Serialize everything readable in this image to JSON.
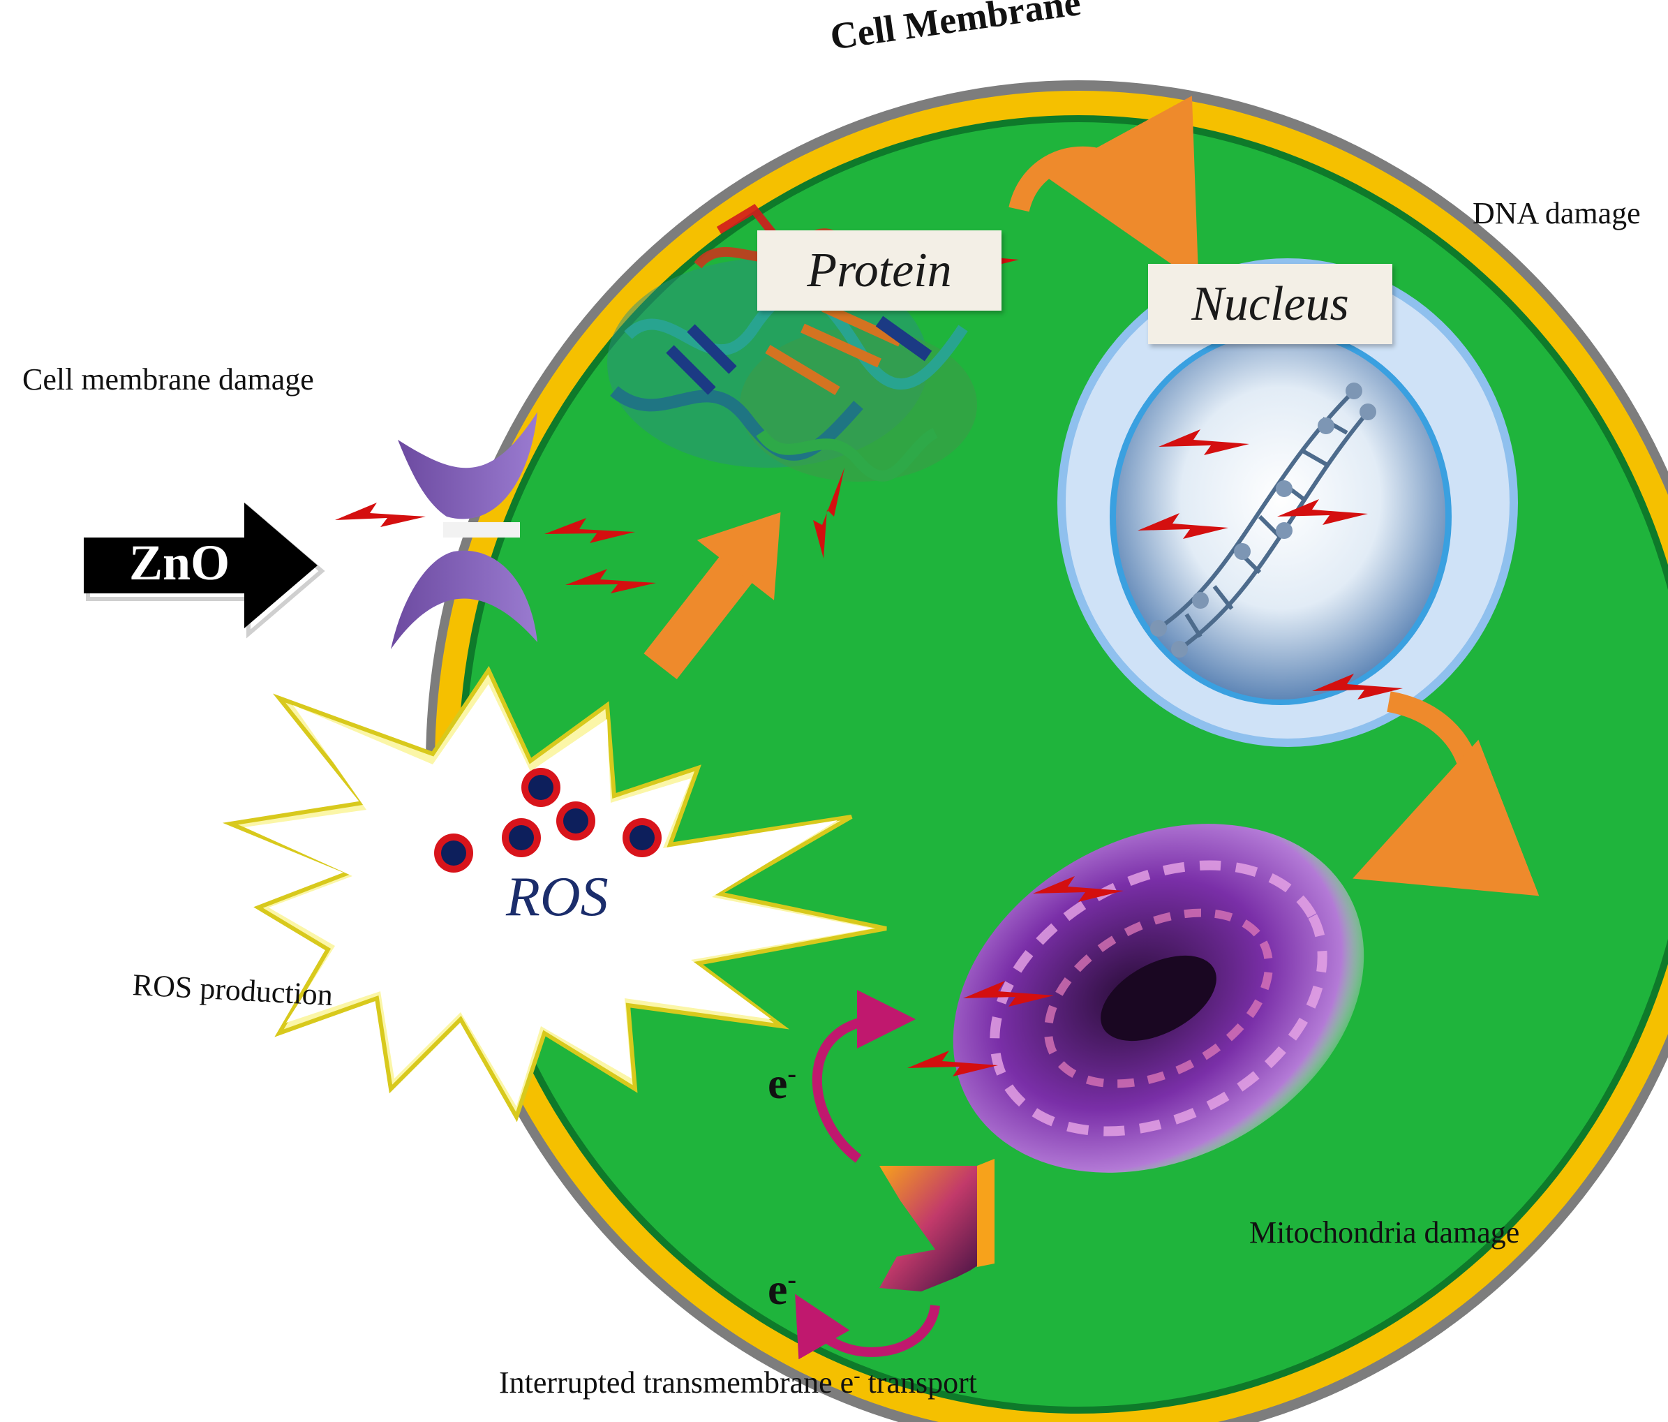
{
  "title": "Cell Membrane",
  "labels": {
    "dna_damage": "DNA damage",
    "membrane_damage": "Cell membrane  damage",
    "ros_production": "ROS production",
    "mitochondria_damage": "Mitochondria  damage",
    "transport_prefix": "Interrupted  transmembrane  e",
    "transport_sup": "-",
    "transport_suffix": " transport"
  },
  "boxes": {
    "protein": "Protein",
    "nucleus": "Nucleus"
  },
  "zno": "ZnO",
  "ros": "ROS",
  "electron": {
    "base": "e",
    "sup": "-"
  },
  "colors": {
    "cytoplasm": "#1fb43c",
    "membrane_outer": "#7d7d7d",
    "membrane_yellow": "#f5c000",
    "membrane_inner": "#0e7a2a",
    "damage_bolt": "#d40f0f",
    "arrow_orange": "#ee8a2c",
    "transport_arrow": "#c0186e",
    "ros_dot_fill": "#0d1f5c",
    "ros_dot_ring": "#d8141b",
    "nucleus_ring": "#8fc0ee",
    "mitochondria": "#7a2fa8",
    "zno_arrow": "#000000",
    "ros_text": "#1b2d6b"
  }
}
